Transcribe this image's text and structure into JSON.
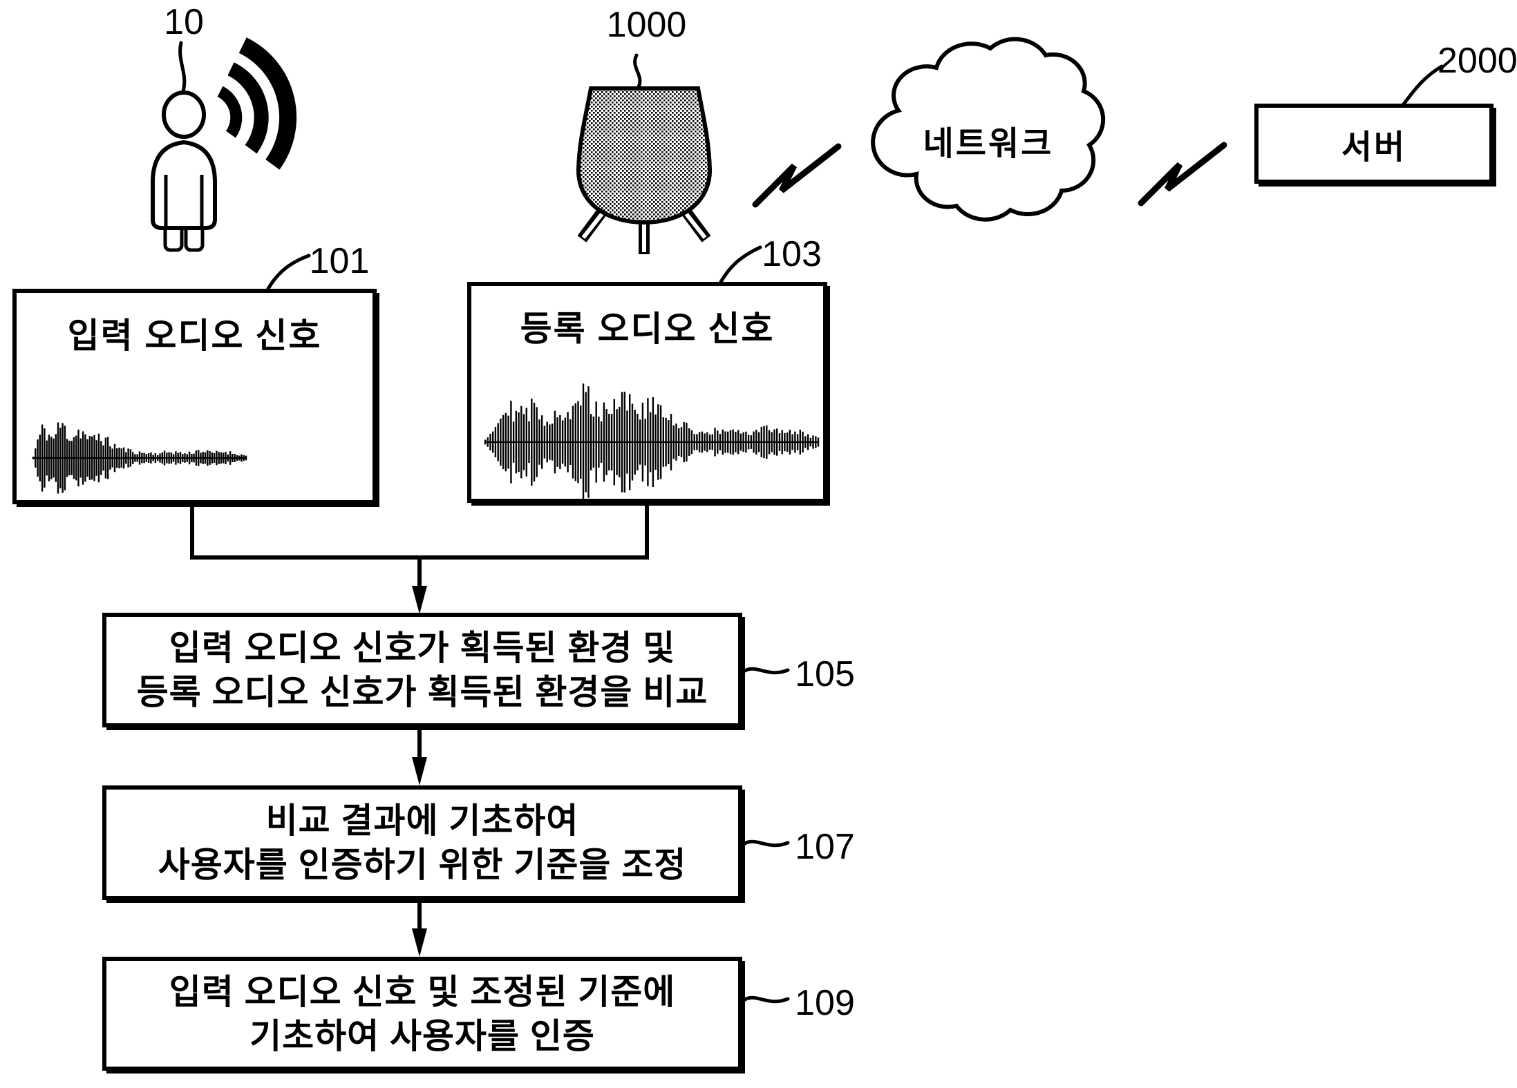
{
  "colors": {
    "ink": "#000000",
    "paper": "#ffffff"
  },
  "actors": {
    "user": {
      "ref": "10"
    },
    "device": {
      "ref": "1000"
    },
    "network": {
      "label": "네트워크"
    },
    "server": {
      "ref": "2000",
      "label": "서버"
    }
  },
  "signal_boxes": {
    "input": {
      "ref": "101",
      "title": "입력 오디오 신호"
    },
    "registered": {
      "ref": "103",
      "title": "등록 오디오 신호"
    }
  },
  "steps": [
    {
      "ref": "105",
      "line1": "입력 오디오 신호가 획득된 환경 및",
      "line2": "등록 오디오 신호가 획득된 환경을 비교"
    },
    {
      "ref": "107",
      "line1": "비교 결과에 기초하여",
      "line2": "사용자를 인증하기 위한 기준을 조정"
    },
    {
      "ref": "109",
      "line1": "입력 오디오 신호 및 조정된 기준에",
      "line2": "기초하여 사용자를 인증"
    }
  ],
  "waveforms": {
    "input": {
      "seed": 11,
      "bars": 95,
      "envelope": [
        [
          0,
          0.04
        ],
        [
          0.02,
          0.5
        ],
        [
          0.05,
          0.9
        ],
        [
          0.09,
          0.55
        ],
        [
          0.13,
          1.0
        ],
        [
          0.18,
          0.62
        ],
        [
          0.22,
          0.85
        ],
        [
          0.27,
          0.5
        ],
        [
          0.31,
          0.68
        ],
        [
          0.36,
          0.42
        ],
        [
          0.42,
          0.26
        ],
        [
          0.5,
          0.16
        ],
        [
          0.58,
          0.13
        ],
        [
          0.65,
          0.19
        ],
        [
          0.72,
          0.13
        ],
        [
          0.78,
          0.23
        ],
        [
          0.84,
          0.15
        ],
        [
          0.9,
          0.19
        ],
        [
          1,
          0.07
        ]
      ]
    },
    "registered": {
      "seed": 29,
      "bars": 130,
      "envelope": [
        [
          0,
          0.06
        ],
        [
          0.03,
          0.32
        ],
        [
          0.07,
          0.82
        ],
        [
          0.1,
          0.5
        ],
        [
          0.14,
          0.66
        ],
        [
          0.18,
          0.46
        ],
        [
          0.22,
          0.62
        ],
        [
          0.26,
          0.52
        ],
        [
          0.3,
          1.0
        ],
        [
          0.34,
          0.6
        ],
        [
          0.38,
          0.76
        ],
        [
          0.42,
          0.95
        ],
        [
          0.46,
          0.56
        ],
        [
          0.5,
          0.72
        ],
        [
          0.55,
          0.46
        ],
        [
          0.6,
          0.3
        ],
        [
          0.66,
          0.18
        ],
        [
          0.72,
          0.23
        ],
        [
          0.78,
          0.16
        ],
        [
          0.84,
          0.26
        ],
        [
          0.9,
          0.23
        ],
        [
          0.95,
          0.18
        ],
        [
          1,
          0.1
        ]
      ]
    }
  }
}
